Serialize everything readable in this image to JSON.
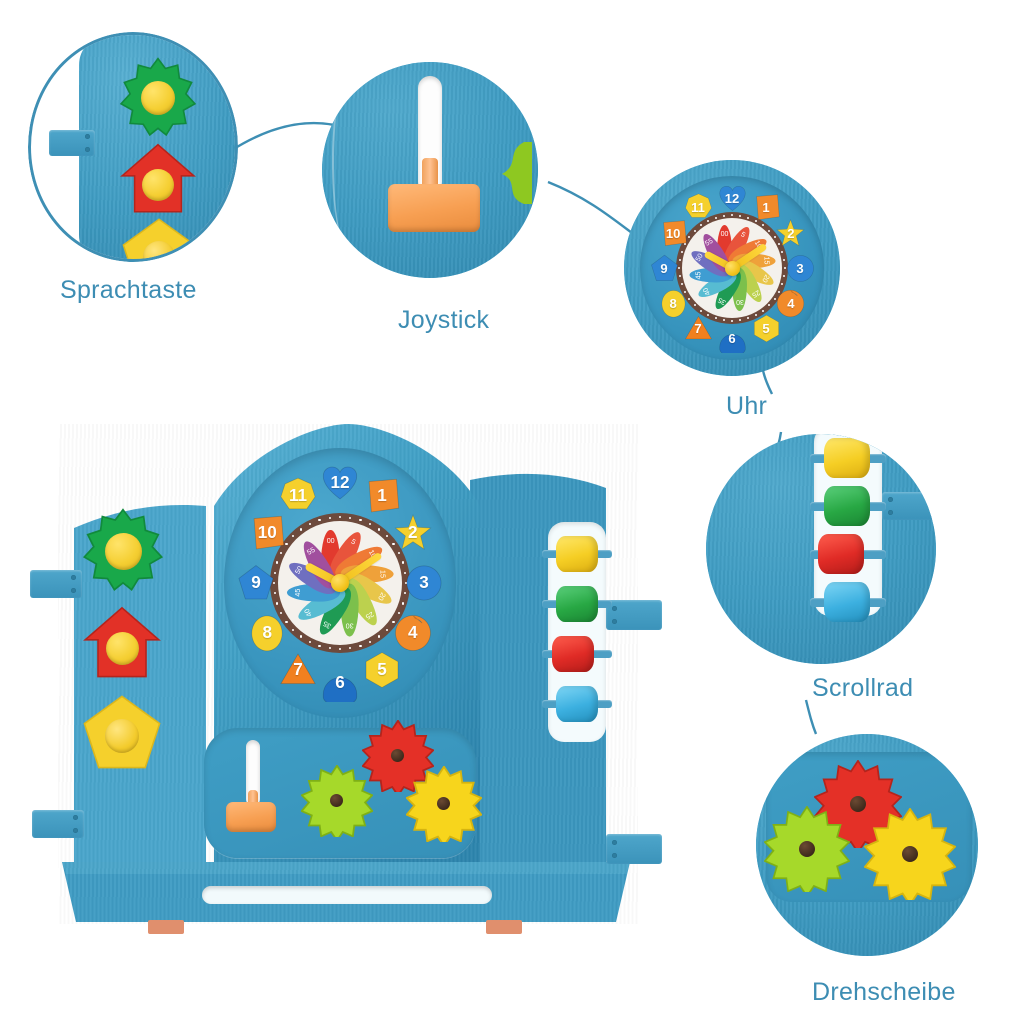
{
  "page": {
    "kind": "product-feature-callout-image",
    "background_color": "#ffffff",
    "label_color": "#3d8db3",
    "line_color": "#3e8fb4",
    "board_blue": "#3e9cc3"
  },
  "callouts": [
    {
      "id": "sprachtaste",
      "label": "Sprachtaste",
      "feature": "speech-buttons",
      "items": [
        {
          "name": "flower-button",
          "shape": "flower",
          "color": "#19a84a",
          "knob": "#f5cf33"
        },
        {
          "name": "house-button",
          "shape": "house",
          "color": "#e23127",
          "knob": "#f5cf33"
        },
        {
          "name": "pentagon-button",
          "shape": "pentagon",
          "color": "#f5d02c",
          "knob": "#f3cb2c"
        }
      ]
    },
    {
      "id": "joystick",
      "label": "Joystick",
      "feature": "joystick-slider",
      "items": [
        {
          "name": "joystick-handle",
          "color": "#f79f52"
        },
        {
          "name": "joystick-track",
          "color": "#fdfdfd"
        },
        {
          "name": "green-accent",
          "color": "#8ec821"
        }
      ]
    },
    {
      "id": "uhr",
      "label": "Uhr",
      "feature": "clock"
    },
    {
      "id": "scrollrad",
      "label": "Scrollrad",
      "feature": "roller-beads",
      "items": [
        {
          "name": "bead-yellow",
          "color": "#f5ce24"
        },
        {
          "name": "bead-green",
          "color": "#28a844"
        },
        {
          "name": "bead-red",
          "color": "#e02b26"
        },
        {
          "name": "bead-blue",
          "color": "#3cb0e0"
        }
      ]
    },
    {
      "id": "drehscheibe",
      "label": "Drehscheibe",
      "feature": "turning-gears",
      "items": [
        {
          "name": "gear-green",
          "color": "#a6d92a"
        },
        {
          "name": "gear-red",
          "color": "#e43027"
        },
        {
          "name": "gear-yellow",
          "color": "#f7d51c"
        }
      ]
    }
  ],
  "clock": {
    "numbers": [
      {
        "value": "12",
        "shape": "heart",
        "color": "#2f86d4"
      },
      {
        "value": "1",
        "shape": "square",
        "color": "#f18a2a"
      },
      {
        "value": "2",
        "shape": "star",
        "color": "#f5d02c"
      },
      {
        "value": "3",
        "shape": "circle",
        "color": "#2f86d4"
      },
      {
        "value": "4",
        "shape": "crescent",
        "color": "#f18a2a"
      },
      {
        "value": "5",
        "shape": "hexagon",
        "color": "#f5d02c"
      },
      {
        "value": "6",
        "shape": "semicircle",
        "color": "#1f6fc4"
      },
      {
        "value": "7",
        "shape": "triangle",
        "color": "#f1801f"
      },
      {
        "value": "8",
        "shape": "oval",
        "color": "#f5d02c"
      },
      {
        "value": "9",
        "shape": "pentagon",
        "color": "#2f86d4"
      },
      {
        "value": "10",
        "shape": "square",
        "color": "#f18a2a"
      },
      {
        "value": "11",
        "shape": "heptagon",
        "color": "#f5d02c"
      }
    ],
    "minute_marks": [
      "00",
      "5",
      "15",
      "20",
      "25",
      "30",
      "35",
      "40",
      "45",
      "55"
    ],
    "petal_colors": [
      "#e23a2e",
      "#e8543c",
      "#ef7a35",
      "#efa13a",
      "#e8c64a",
      "#bcd14e",
      "#7cc04c",
      "#1f9b54",
      "#57bcd2",
      "#3f9dd2",
      "#6f6fc0",
      "#a14f9e",
      "#c23a6d"
    ],
    "hands": {
      "color": "#f2c31c",
      "hour": "10:10"
    }
  },
  "board": {
    "speech_buttons": [
      {
        "name": "flower-button",
        "color": "#19a84a"
      },
      {
        "name": "house-button",
        "color": "#e23127"
      },
      {
        "name": "pentagon-button",
        "color": "#f5d02c"
      }
    ],
    "beads": [
      {
        "name": "bead-yellow",
        "color": "#f5ce24"
      },
      {
        "name": "bead-green",
        "color": "#28a844"
      },
      {
        "name": "bead-red",
        "color": "#e02b26"
      },
      {
        "name": "bead-blue",
        "color": "#3cb0e0"
      }
    ],
    "gears": [
      {
        "name": "gear-green",
        "color": "#a6d92a"
      },
      {
        "name": "gear-red",
        "color": "#e43027"
      },
      {
        "name": "gear-yellow",
        "color": "#f7d51c"
      }
    ],
    "joystick": {
      "name": "joystick-handle",
      "color": "#f79f52"
    },
    "feet_color": "#e08f6d",
    "handle_color": "#f2fafc"
  }
}
